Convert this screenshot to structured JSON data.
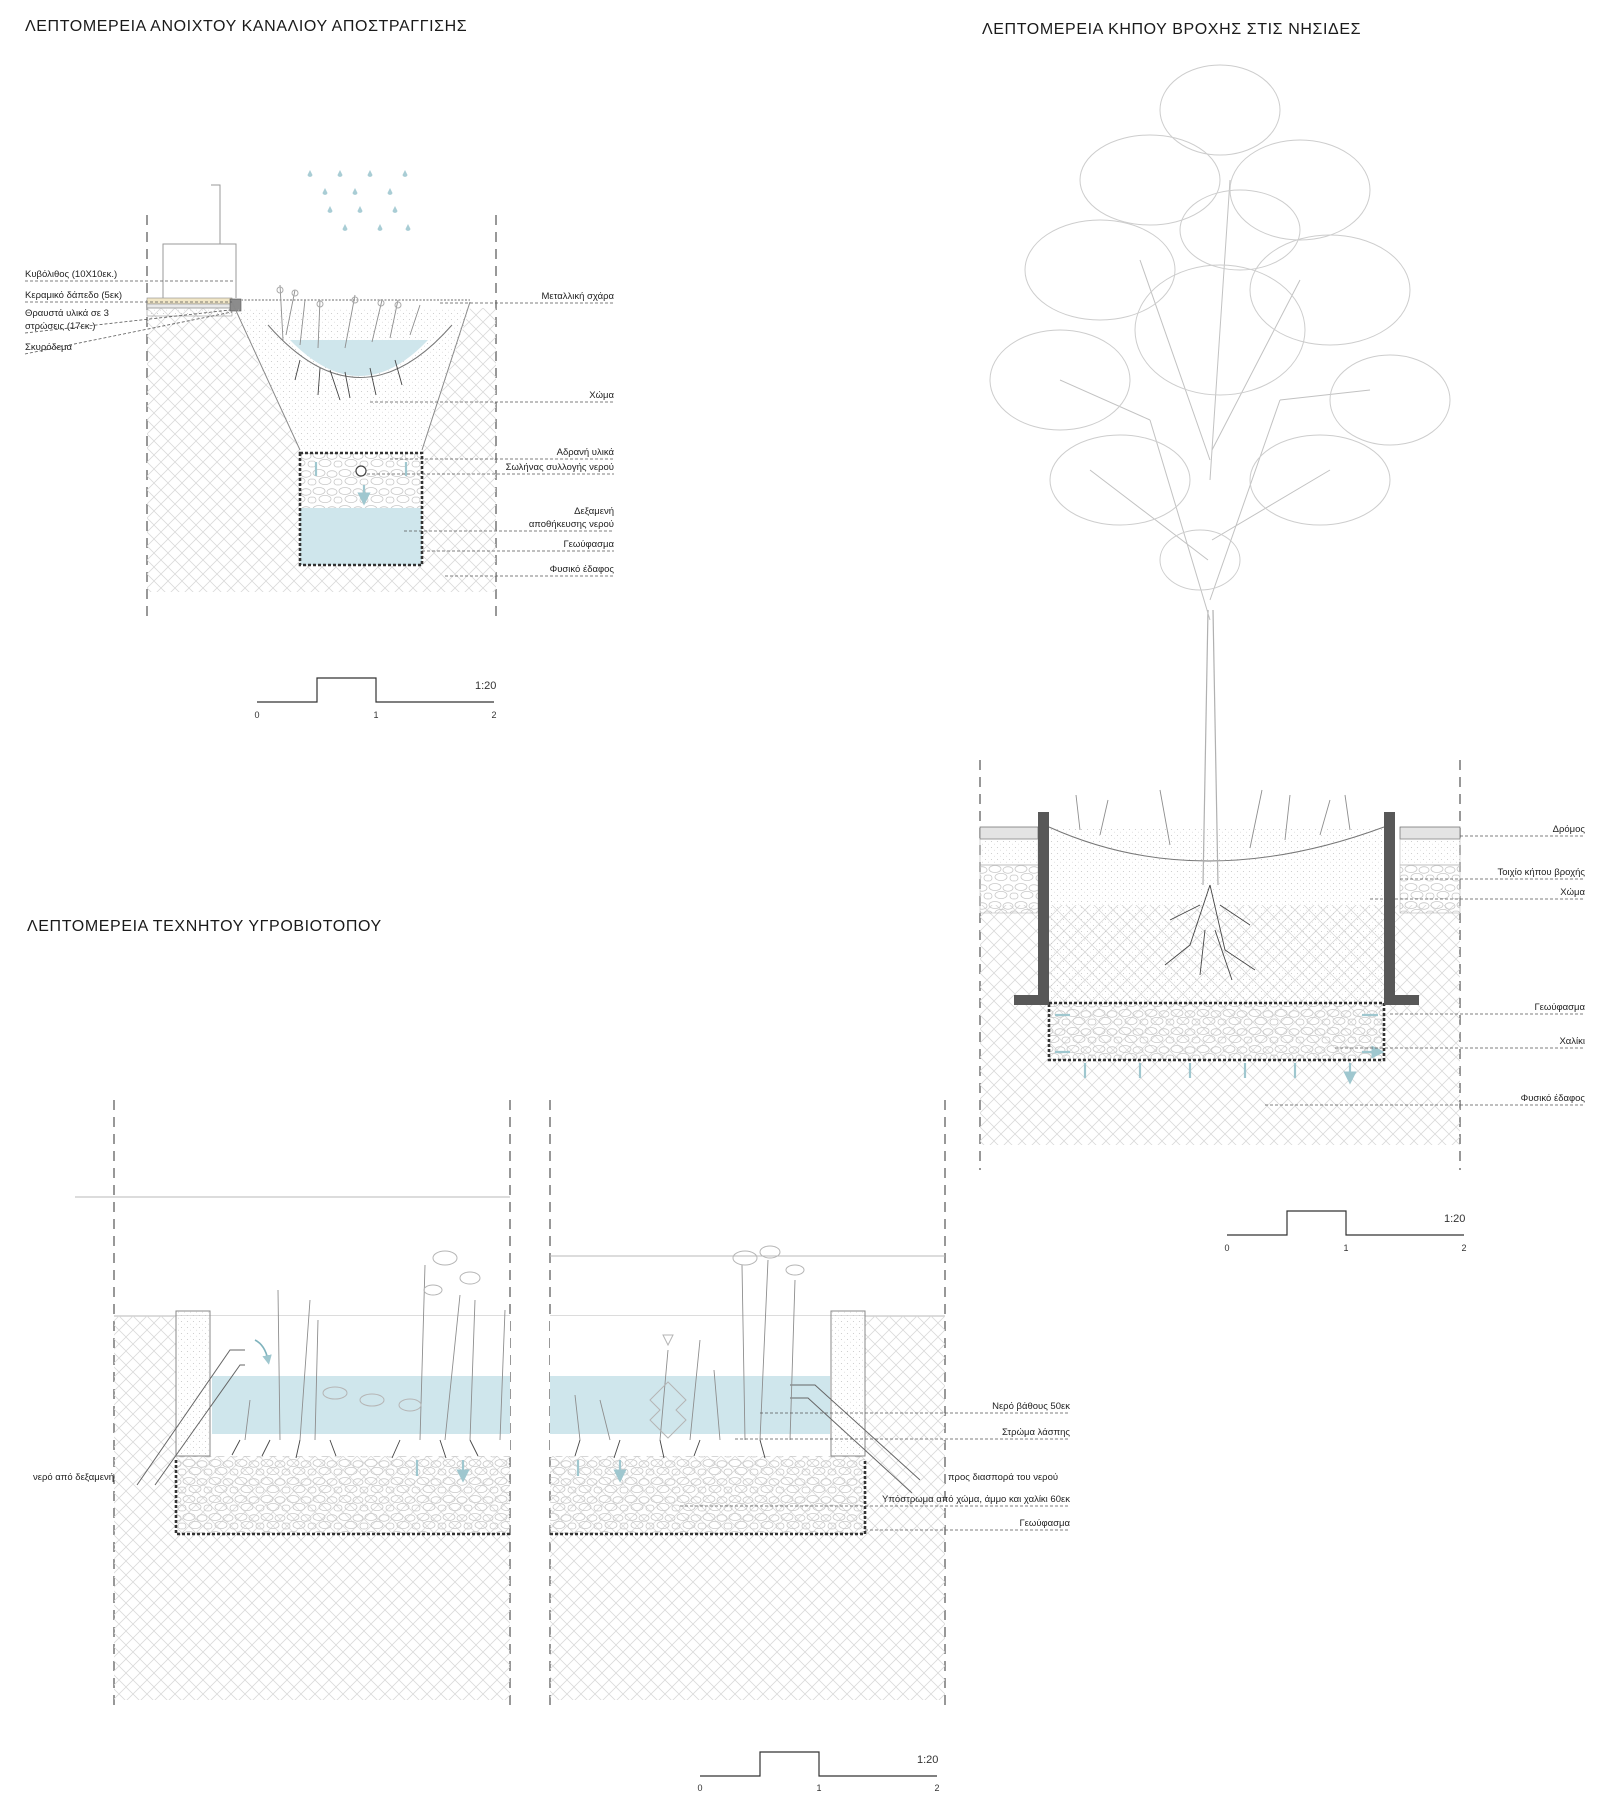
{
  "titles": {
    "drainage_channel": "ΛΕΠΤΟΜΕΡΕΙΑ ΑΝΟΙΧΤΟΥ ΚΑΝΑΛΙΟΥ ΑΠΟΣΤΡΑΓΓΙΣΗΣ",
    "rain_garden": "ΛΕΠΤΟΜΕΡΕΙΑ ΚΗΠΟΥ ΒΡΟΧΗΣ ΣΤΙΣ ΝΗΣΙΔΕΣ",
    "wetland": "ΛΕΠΤΟΜΕΡΕΙΑ ΤΕΧΝΗΤΟΥ ΥΓΡΟΒΙΟΤΟΠΟΥ"
  },
  "channel_labels_left": {
    "cobble": "Κυβόλιθος (10Χ10εκ.)",
    "ceramic": "Κεραμικό δάπεδο (5εκ)",
    "crushed_1": "Θραυστά υλικά σε 3",
    "crushed_2": "στρώσεις (17εκ.)",
    "concrete": "Σκυρόδεμα"
  },
  "channel_labels_right": {
    "grate": "Μεταλλική σχάρα",
    "soil": "Χώμα",
    "aggregates": "Αδρανή υλικά",
    "pipe": "Σωλήνας συλλογής νερού",
    "tank_1": "Δεξαμενή",
    "tank_2": "αποθήκευσης νερού",
    "geotextile": "Γεωύφασμα",
    "natural_ground": "Φυσικό έδαφος"
  },
  "rain_garden_labels": {
    "road": "Δρόμος",
    "wall": "Τοιχίο κήπου βροχής",
    "soil": "Χώμα",
    "geotextile": "Γεωύφασμα",
    "gravel": "Χαλίκι",
    "natural_ground": "Φυσικό έδαφος"
  },
  "wetland_labels": {
    "inflow": "νερό από δεξαμενή",
    "water_depth": "Νερό βάθους 50εκ",
    "mud": "Στρώμα λάσπης",
    "outflow": "προς διασπορά του νερού",
    "substrate": "Υπόστρωμα από χώμα, άμμο και χαλίκι 60εκ",
    "geotextile": "Γεωύφασμα"
  },
  "scale_bar": {
    "ratio": "1:20",
    "ticks": [
      "0",
      "1",
      "2"
    ]
  },
  "colors": {
    "water": "#cfe6ec",
    "arrows": "#9fc7cf",
    "rain": "#a9cdd5",
    "wall": "#555555"
  }
}
